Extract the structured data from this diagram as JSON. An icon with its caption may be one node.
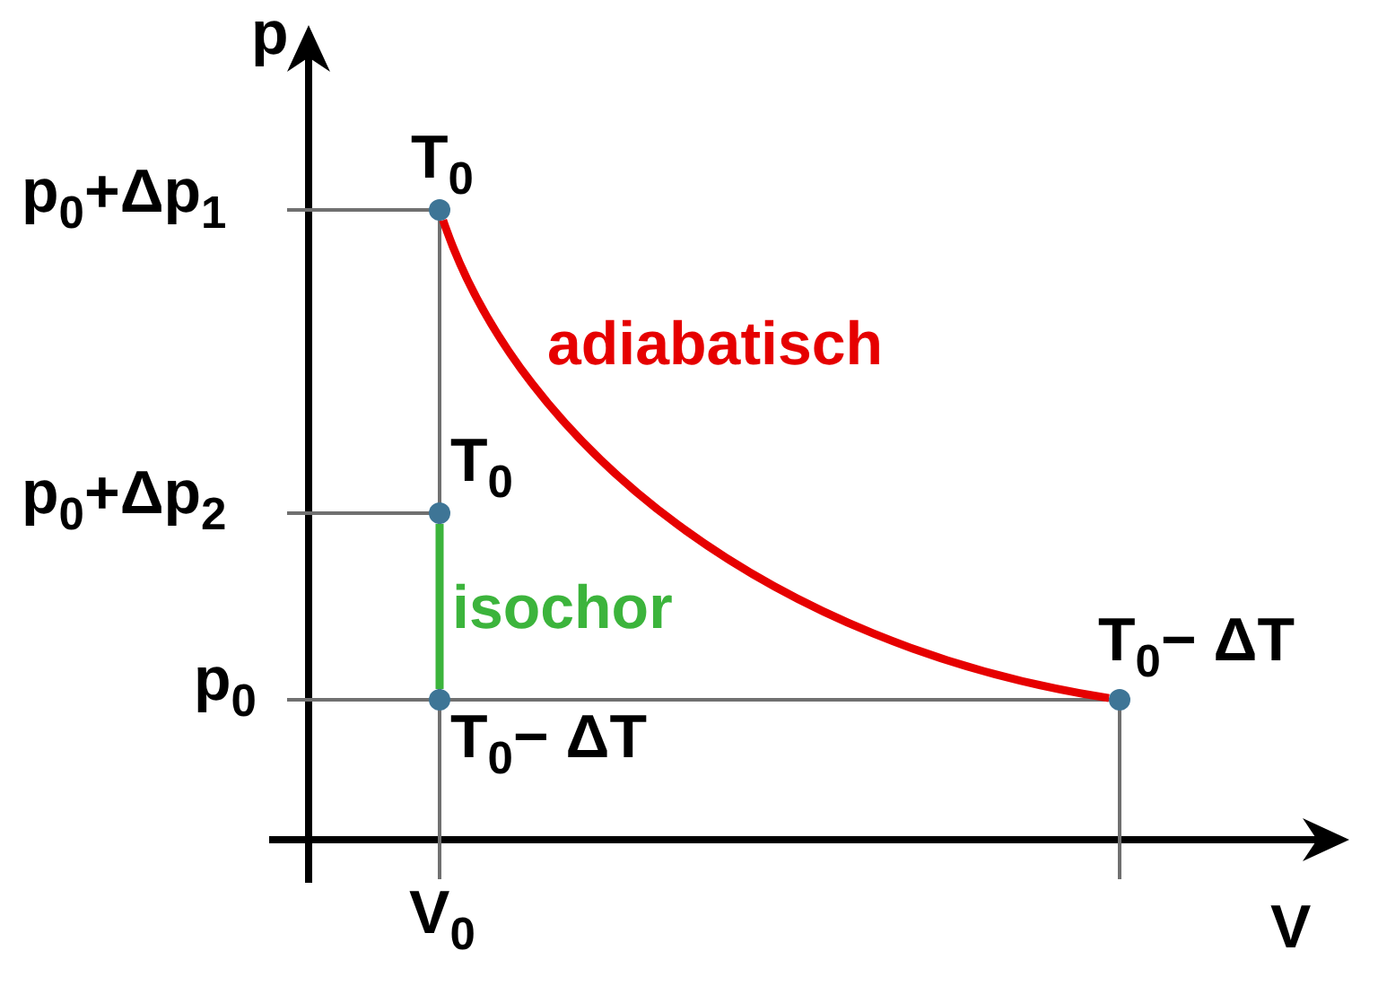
{
  "diagram": {
    "nodes": [
      {
        "text": [
          "T$_{0}$"
        ]
      },
      {
        "text": [
          "T$_{0}$"
        ]
      },
      {
        "text": [
          "T$_{0}$− ΔT"
        ]
      },
      {
        "text": [
          "T$_{0}$− ΔT"
        ]
      }
    ],
    "edges": [
      {
        "from": 0,
        "to": 3,
        "arrow": "none",
        "label": "adiabatisch",
        "color": "#e60000"
      },
      {
        "from": 1,
        "to": 2,
        "arrow": "none",
        "label": "isochor",
        "color": "#3cb43c"
      }
    ],
    "labels": [
      "p",
      "p$_{0}$+Δp$_{1}$",
      "p$_{0}$+Δp$_{2}$",
      "p$_{0}$",
      "V$_{0}$",
      "V"
    ]
  }
}
